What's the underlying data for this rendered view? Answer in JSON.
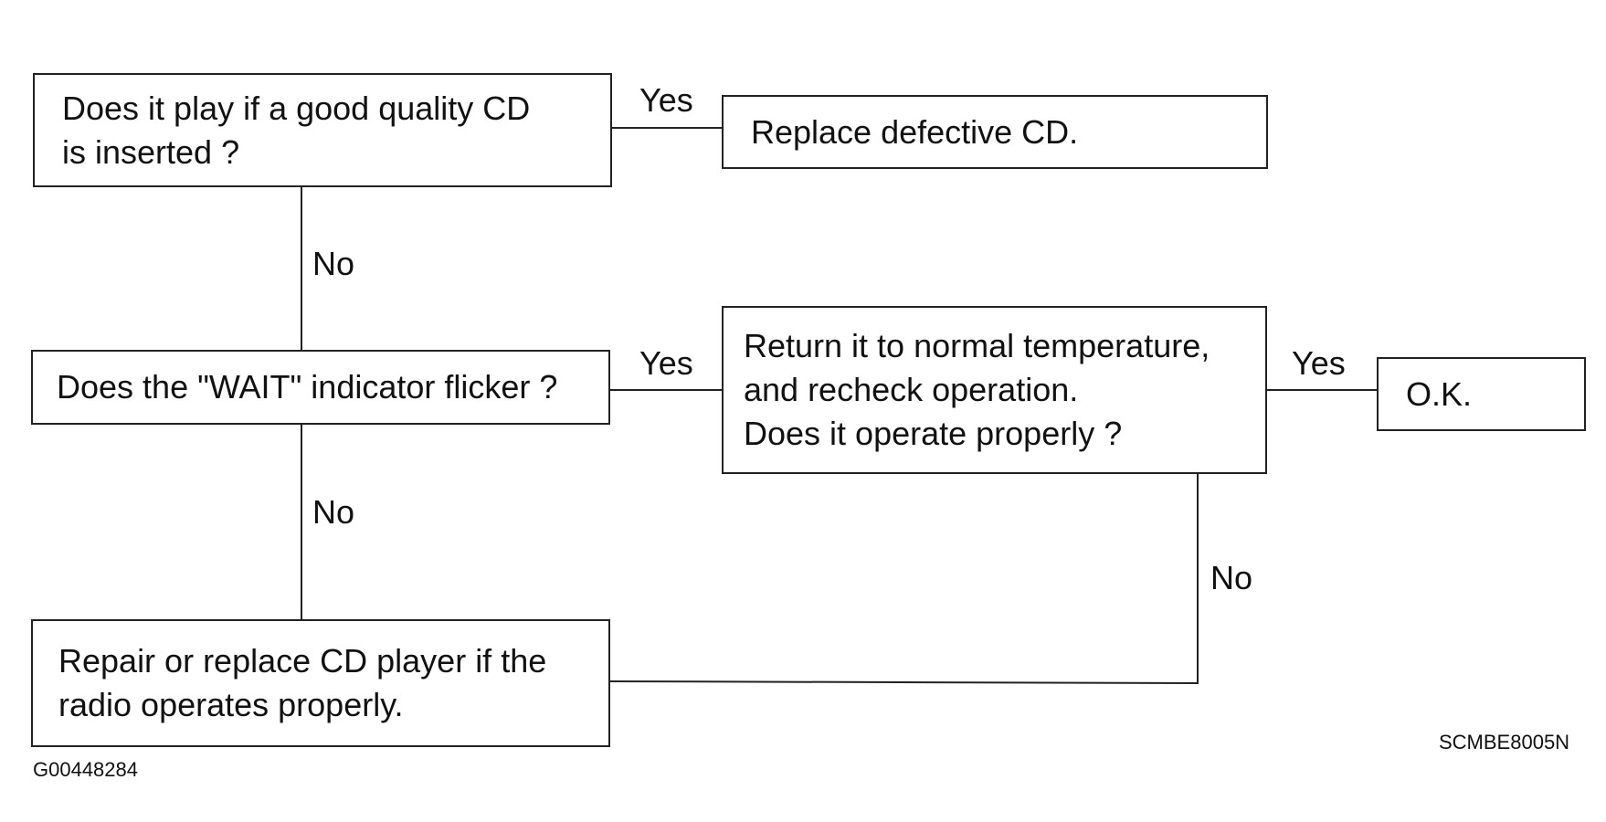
{
  "boxes": {
    "q_good_cd": {
      "lines": [
        "Does it play if a good quality CD",
        "is inserted ?"
      ]
    },
    "replace_cd": {
      "lines": [
        "Replace defective CD."
      ]
    },
    "q_wait": {
      "lines": [
        "Does the \"WAIT\" indicator flicker ?"
      ]
    },
    "q_temperature": {
      "lines": [
        "Return it to normal temperature,",
        "and recheck operation.",
        "Does it operate properly ?"
      ]
    },
    "ok": {
      "lines": [
        "O.K."
      ]
    },
    "repair": {
      "lines": [
        "Repair or replace CD player if the",
        "radio operates properly."
      ]
    }
  },
  "edge_labels": {
    "yes_1": "Yes",
    "no_1": "No",
    "yes_2": "Yes",
    "yes_3": "Yes",
    "no_2": "No",
    "no_3": "No"
  },
  "codes": {
    "left": "G00448284",
    "right": "SCMBE8005N"
  },
  "colors": {
    "line": "#222222",
    "text": "#111111",
    "background": "#ffffff"
  }
}
